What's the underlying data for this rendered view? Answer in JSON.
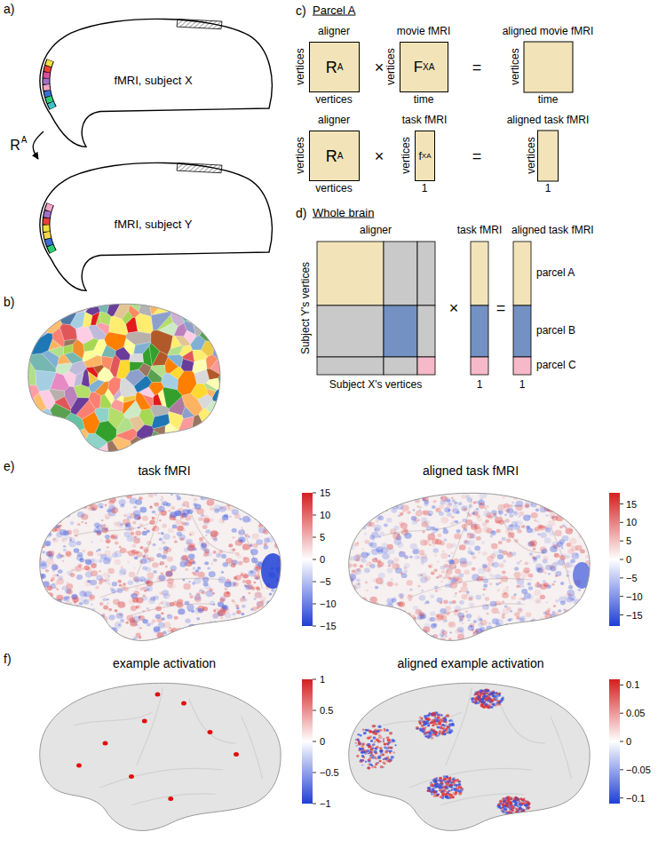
{
  "diagram": {
    "nodes": [
      {
        "text": [
          "fMRI, subject X"
        ]
      },
      {
        "text": [
          "fMRI, subject Y"
        ]
      },
      {
        "text": [
          "R",
          "A"
        ]
      },
      {
        "text": [
          "F",
          "X",
          "A"
        ]
      },
      {
        "text": [
          "R",
          "A"
        ]
      },
      {
        "text": [
          "f",
          "X",
          "A"
        ]
      }
    ],
    "edges": [
      {
        "from": 0,
        "to": 1,
        "arrow": "to",
        "label": "R"
      }
    ],
    "labels": [
      "a)",
      "A",
      "b)",
      "c)",
      "Parcel A",
      "aligner",
      "vertices",
      "vertices",
      "×",
      "movie fMRI",
      "vertices",
      "time",
      "=",
      "aligned movie fMRI",
      "vertices",
      "time",
      "aligner",
      "vertices",
      "vertices",
      "×",
      "task fMRI",
      "vertices",
      "1",
      "=",
      "aligned task fMRI",
      "vertices",
      "1",
      "d)",
      "Whole brain",
      "aligner",
      "Subject Y's vertices",
      "Subject X's vertices",
      "×",
      "task fMRI",
      "1",
      "=",
      "aligned task fMRI",
      "parcel A",
      "parcel B",
      "parcel C",
      "1",
      "e)",
      "task fMRI",
      "aligned task fMRI",
      "15",
      "10",
      "5",
      "0",
      "−5",
      "−10",
      "−15",
      "15",
      "10",
      "5",
      "0",
      "−5",
      "−10",
      "−15",
      "f)",
      "example activation",
      "aligned example activation",
      "1",
      "0.5",
      "0",
      "−0.5",
      "−1",
      "0.1",
      "0.05",
      "0",
      "−0.05",
      "−0.1"
    ]
  }
}
